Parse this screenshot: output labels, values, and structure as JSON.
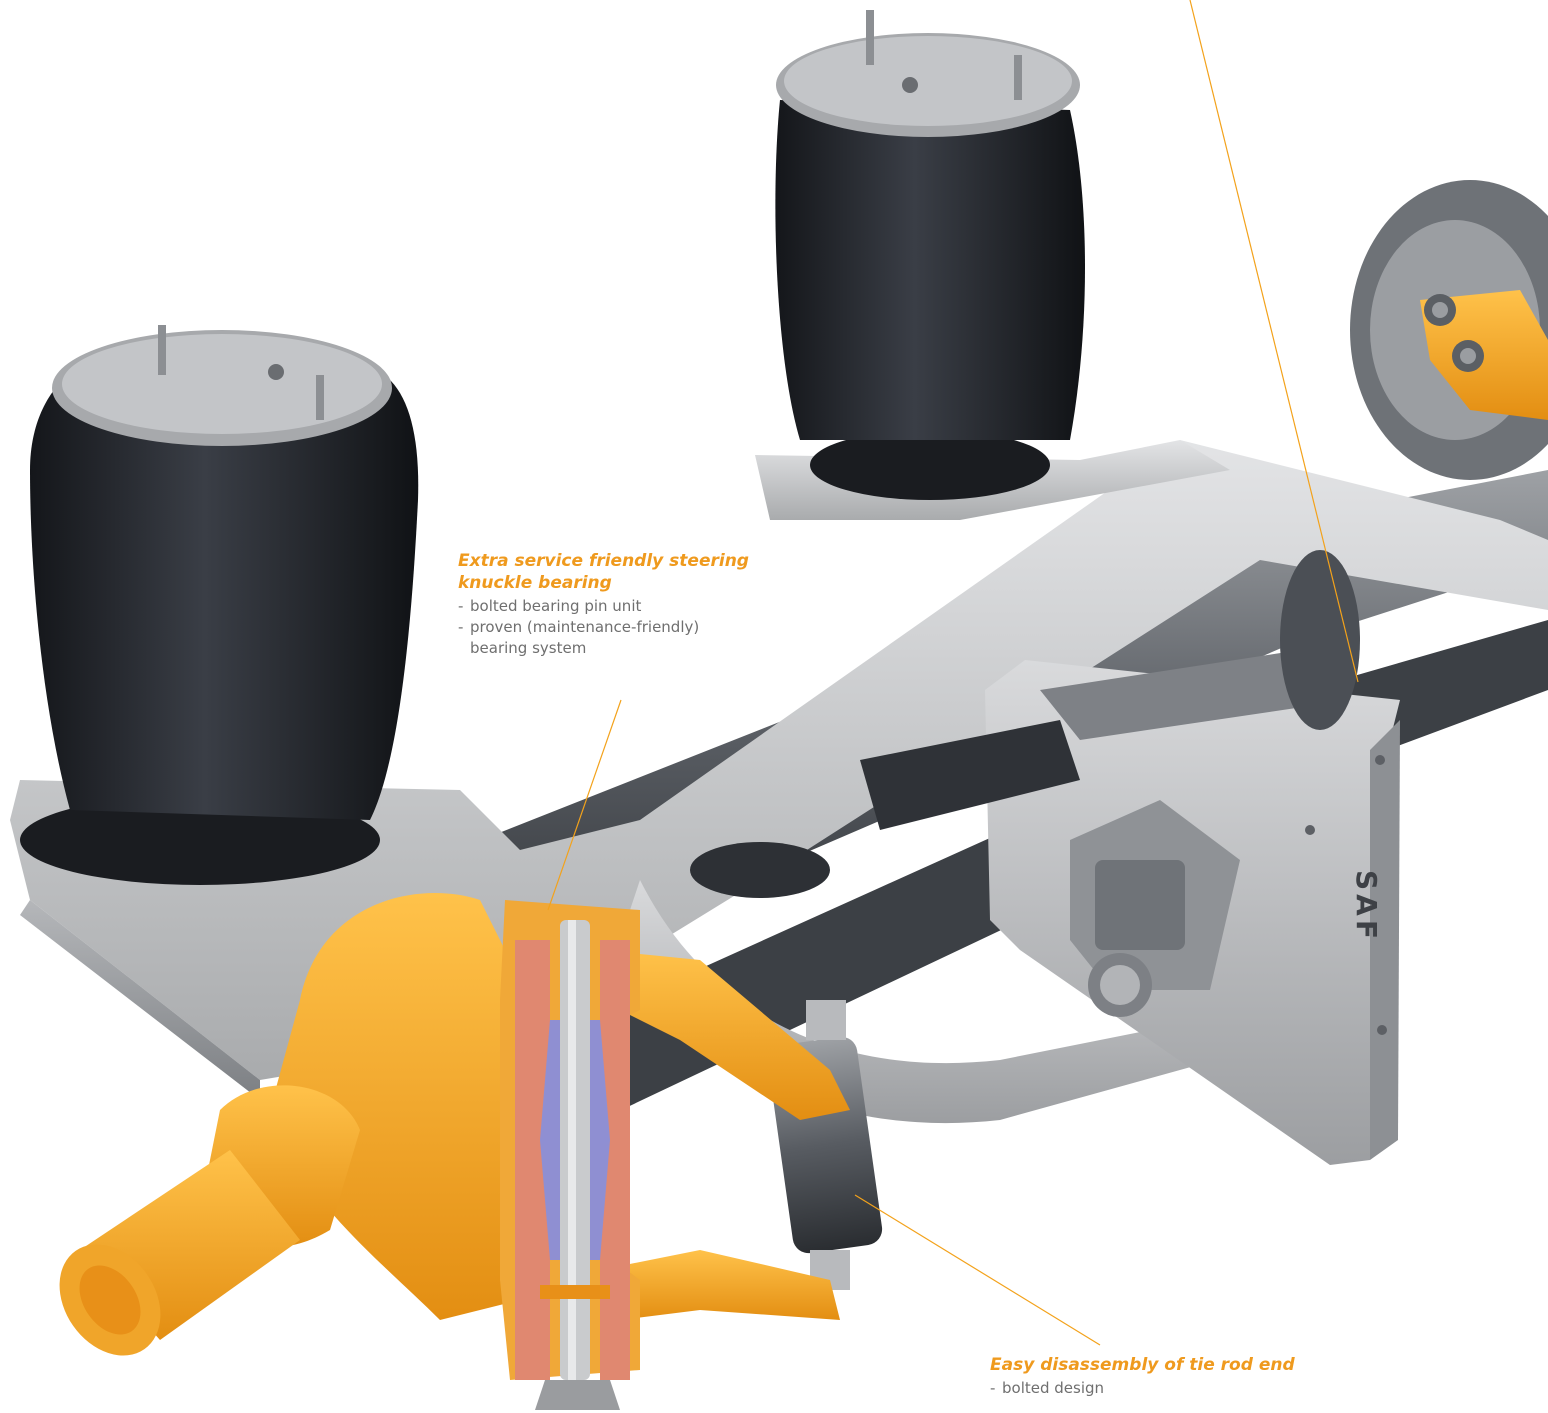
{
  "colors": {
    "accent_orange": "#f3a21b",
    "callout_title": "#ef9a1e",
    "body_text": "#6f6f6f",
    "rubber_black": "#23262c",
    "steel_grey": "#c4c6c8"
  },
  "callouts": [
    {
      "id": "knuckle",
      "title_lines": [
        "Extra service friendly steering",
        "knuckle bearing"
      ],
      "bullets": [
        {
          "text": "bolted bearing pin unit"
        },
        {
          "text": "proven (maintenance-friendly)",
          "continuation": "bearing system"
        }
      ]
    },
    {
      "id": "tierod",
      "title_lines": [
        "Easy disassembly of tie rod end"
      ],
      "bullets": [
        {
          "text": "bolted design"
        }
      ]
    }
  ],
  "logo": {
    "text": "SAF"
  }
}
